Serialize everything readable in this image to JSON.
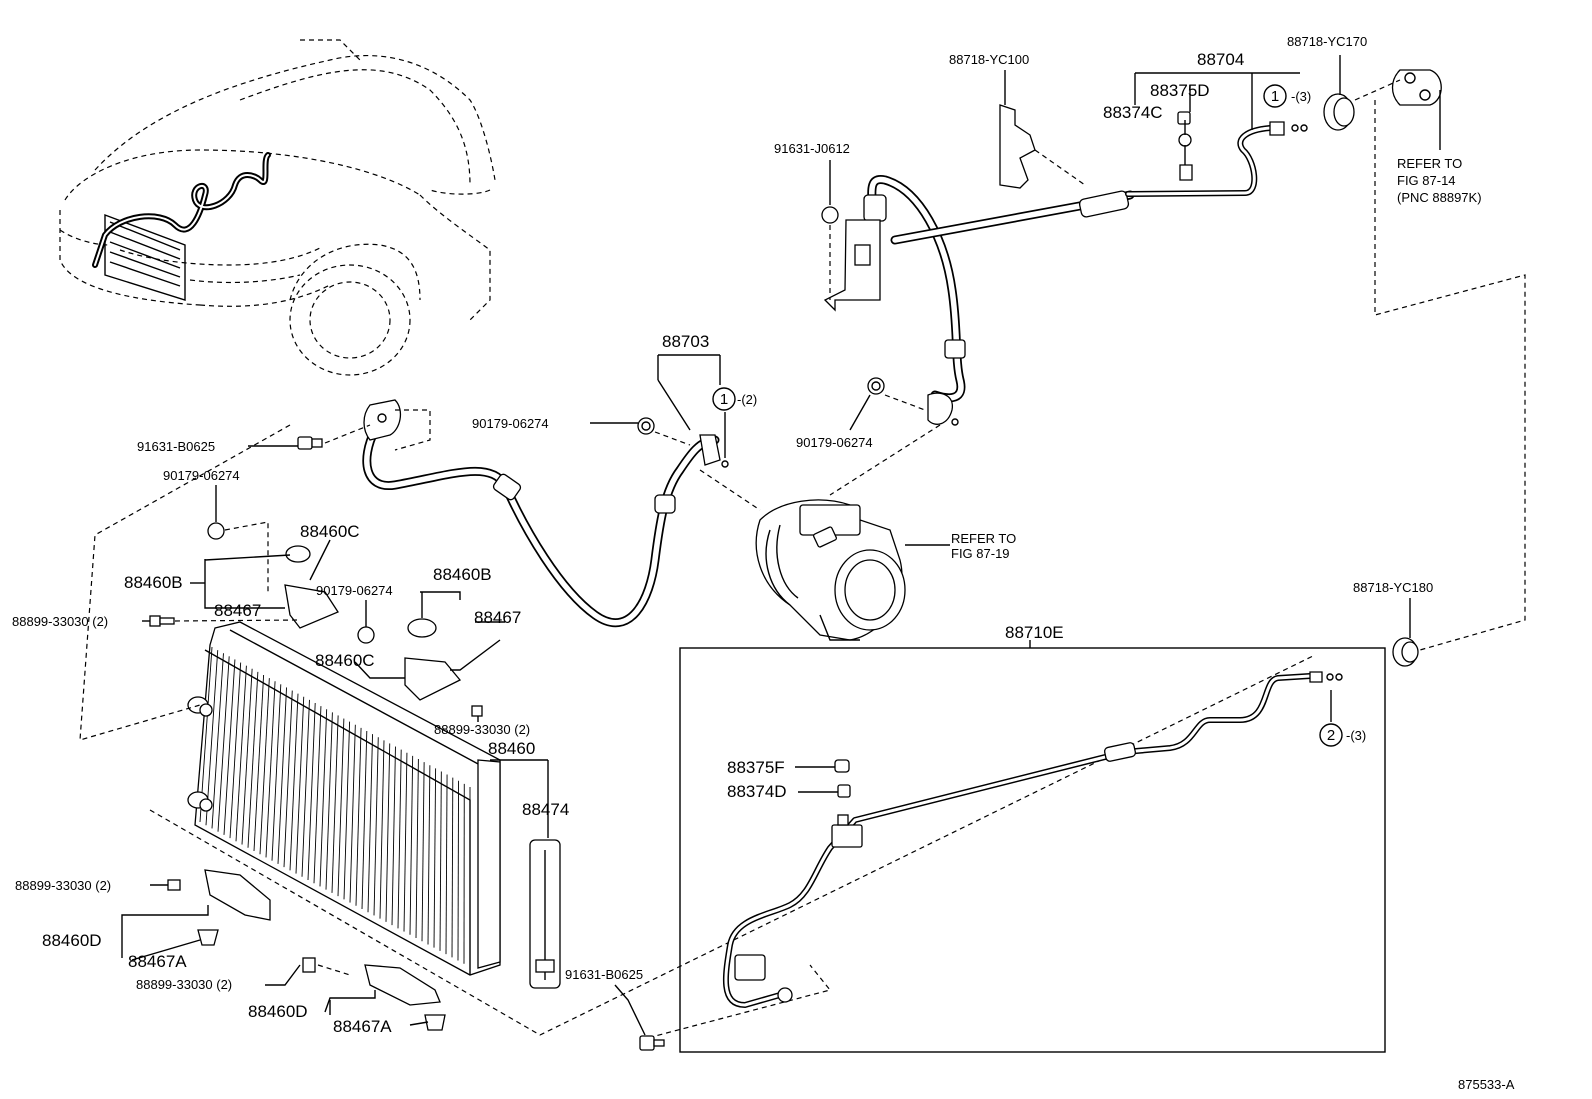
{
  "labels": {
    "p88704": "88704",
    "p88718_yc100": "88718-YC100",
    "p88718_yc170": "88718-YC170",
    "p88375d": "88375D",
    "p88374c": "88374C",
    "circle1_top": "1",
    "qty3_top": "-(3)",
    "refer_87_14_line1": "REFER TO",
    "refer_87_14_line2": "FIG 87-14",
    "refer_87_14_line3": "(PNC 88897K)",
    "p91631_j0612": "91631-J0612",
    "p88703": "88703",
    "circle1_mid": "1",
    "qty2_mid": "-(2)",
    "p90179_mid": "90179-06274",
    "p90179_right": "90179-06274",
    "p91631_b0625_top": "91631-B0625",
    "p90179_left": "90179-06274",
    "p88460c_top": "88460C",
    "p88460b_left": "88460B",
    "p88467_left": "88467",
    "p88899_left_top": "88899-33030 (2)",
    "p90179_center": "90179-06274",
    "p88460b_right": "88460B",
    "p88467_right": "88467",
    "p88460c_mid": "88460C",
    "p88899_mid": "88899-33030 (2)",
    "refer_87_19_line1": "REFER TO",
    "refer_87_19_line2": "FIG 87-19",
    "p88718_yc180": "88718-YC180",
    "p88710e": "88710E",
    "circle2": "2",
    "qty3_bottom": "-(3)",
    "p88375f": "88375F",
    "p88374d": "88374D",
    "p88460": "88460",
    "p88474": "88474",
    "p88899_lower_left": "88899-33030 (2)",
    "p88460d_left": "88460D",
    "p88467a_left": "88467A",
    "p88899_bottom": "88899-33030 (2)",
    "p88460d_bottom": "88460D",
    "p88467a_bottom": "88467A",
    "p91631_b0625_bottom": "91631-B0625",
    "figure_code": "875533-A"
  }
}
